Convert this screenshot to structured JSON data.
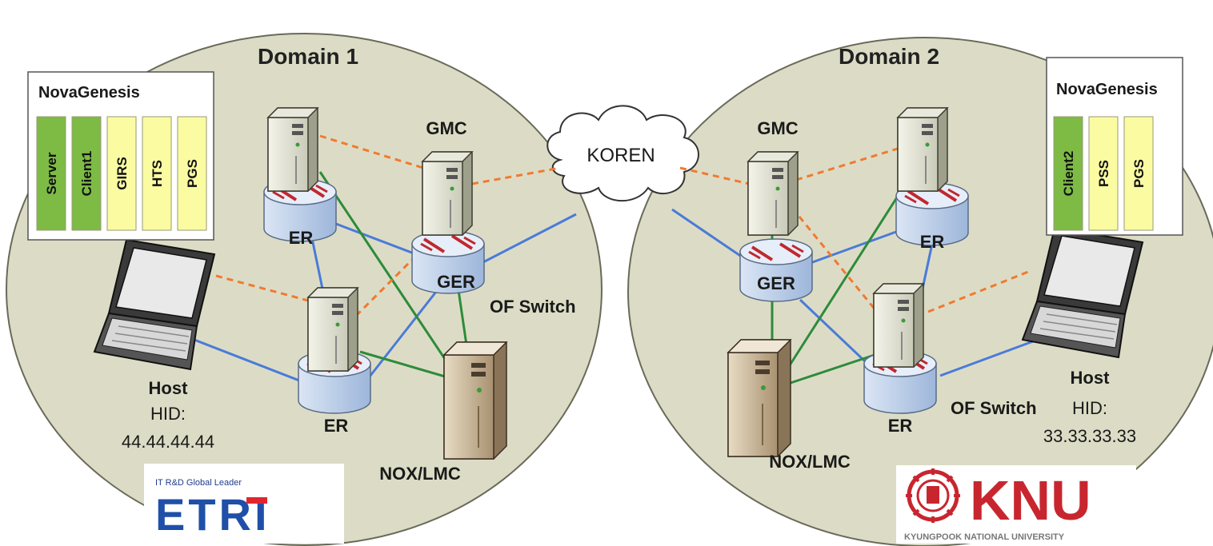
{
  "domains": [
    {
      "title": "Domain 1",
      "novagenesis": {
        "title": "NovaGenesis",
        "components": [
          "Server",
          "Client1",
          "GIRS",
          "HTS",
          "PGS"
        ],
        "component_colors": [
          "#7dbb45",
          "#7dbb45",
          "#fbfba2",
          "#fbfba2",
          "#fbfba2"
        ]
      },
      "gmc_label": "GMC",
      "ger_label": "GER",
      "er_labels": [
        "ER",
        "ER"
      ],
      "of_switch_label": "OF Switch",
      "nox_label": "NOX/LMC",
      "host": {
        "label": "Host",
        "hid_label": "HID:",
        "hid_value": "44.44.44.44"
      }
    },
    {
      "title": "Domain 2",
      "novagenesis": {
        "title": "NovaGenesis",
        "components": [
          "Client2",
          "PSS",
          "PGS"
        ],
        "component_colors": [
          "#7dbb45",
          "#fbfba2",
          "#fbfba2"
        ]
      },
      "gmc_label": "GMC",
      "ger_label": "GER",
      "er_labels": [
        "ER",
        "ER"
      ],
      "of_switch_label": "OF Switch",
      "nox_label": "NOX/LMC",
      "host": {
        "label": "Host",
        "hid_label": "HID:",
        "hid_value": "33.33.33.33"
      }
    }
  ],
  "cloud_label": "KOREN",
  "logos": {
    "etri": {
      "tagline": "IT R&D Global Leader",
      "name": "ETRI"
    },
    "knu": {
      "name": "KNU",
      "subtitle": "KYUNGPOOK NATIONAL UNIVERSITY"
    }
  },
  "colors": {
    "domain_fill": "#dcdcc6",
    "link_blue": "#4a7bd8",
    "link_green": "#2e8b3a",
    "link_orange": "#f07a30",
    "router_fill": "#b9cde8",
    "etri_blue": "#1f4fa8",
    "etri_red": "#e0262d",
    "knu_red": "#c8262f"
  }
}
